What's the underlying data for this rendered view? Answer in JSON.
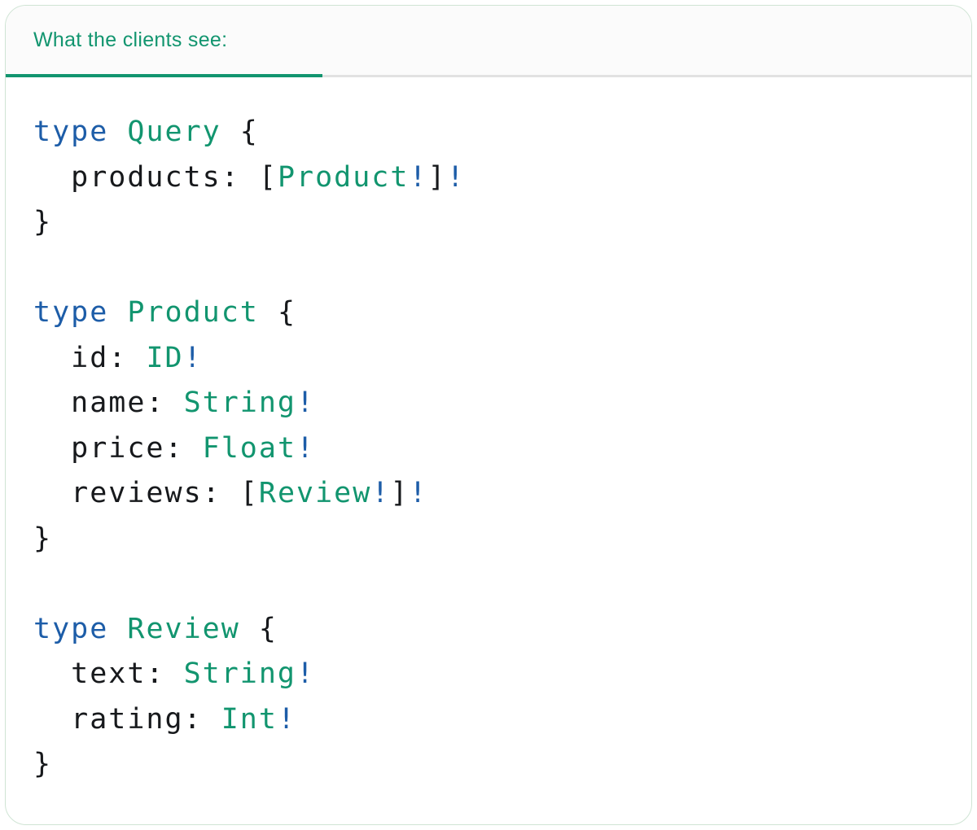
{
  "theme": {
    "accent_teal": "#12956F",
    "keyword_blue": "#1D5DA8",
    "code_text": "#17191C",
    "header_bg": "#FBFBFB",
    "panel_bg": "#FFFFFF",
    "panel_border": "#CFE4D4",
    "divider": "#E2E2E2"
  },
  "header": {
    "tab_label": "What the clients see:"
  },
  "code": {
    "language": "graphql",
    "lines": [
      [
        {
          "text": "type",
          "style": "keyword"
        },
        {
          "text": " ",
          "style": "plain"
        },
        {
          "text": "Query",
          "style": "type-name"
        },
        {
          "text": " {",
          "style": "plain"
        }
      ],
      [
        {
          "text": "  products: [",
          "style": "plain"
        },
        {
          "text": "Product",
          "style": "type-name"
        },
        {
          "text": "!",
          "style": "non-null"
        },
        {
          "text": "]",
          "style": "plain"
        },
        {
          "text": "!",
          "style": "non-null"
        }
      ],
      [
        {
          "text": "}",
          "style": "plain"
        }
      ],
      [],
      [
        {
          "text": "type",
          "style": "keyword"
        },
        {
          "text": " ",
          "style": "plain"
        },
        {
          "text": "Product",
          "style": "type-name"
        },
        {
          "text": " {",
          "style": "plain"
        }
      ],
      [
        {
          "text": "  id: ",
          "style": "plain"
        },
        {
          "text": "ID",
          "style": "type-name"
        },
        {
          "text": "!",
          "style": "non-null"
        }
      ],
      [
        {
          "text": "  name: ",
          "style": "plain"
        },
        {
          "text": "String",
          "style": "type-name"
        },
        {
          "text": "!",
          "style": "non-null"
        }
      ],
      [
        {
          "text": "  price: ",
          "style": "plain"
        },
        {
          "text": "Float",
          "style": "type-name"
        },
        {
          "text": "!",
          "style": "non-null"
        }
      ],
      [
        {
          "text": "  reviews: [",
          "style": "plain"
        },
        {
          "text": "Review",
          "style": "type-name"
        },
        {
          "text": "!",
          "style": "non-null"
        },
        {
          "text": "]",
          "style": "plain"
        },
        {
          "text": "!",
          "style": "non-null"
        }
      ],
      [
        {
          "text": "}",
          "style": "plain"
        }
      ],
      [],
      [
        {
          "text": "type",
          "style": "keyword"
        },
        {
          "text": " ",
          "style": "plain"
        },
        {
          "text": "Review",
          "style": "type-name"
        },
        {
          "text": " {",
          "style": "plain"
        }
      ],
      [
        {
          "text": "  text: ",
          "style": "plain"
        },
        {
          "text": "String",
          "style": "type-name"
        },
        {
          "text": "!",
          "style": "non-null"
        }
      ],
      [
        {
          "text": "  rating: ",
          "style": "plain"
        },
        {
          "text": "Int",
          "style": "type-name"
        },
        {
          "text": "!",
          "style": "non-null"
        }
      ],
      [
        {
          "text": "}",
          "style": "plain"
        }
      ]
    ]
  }
}
